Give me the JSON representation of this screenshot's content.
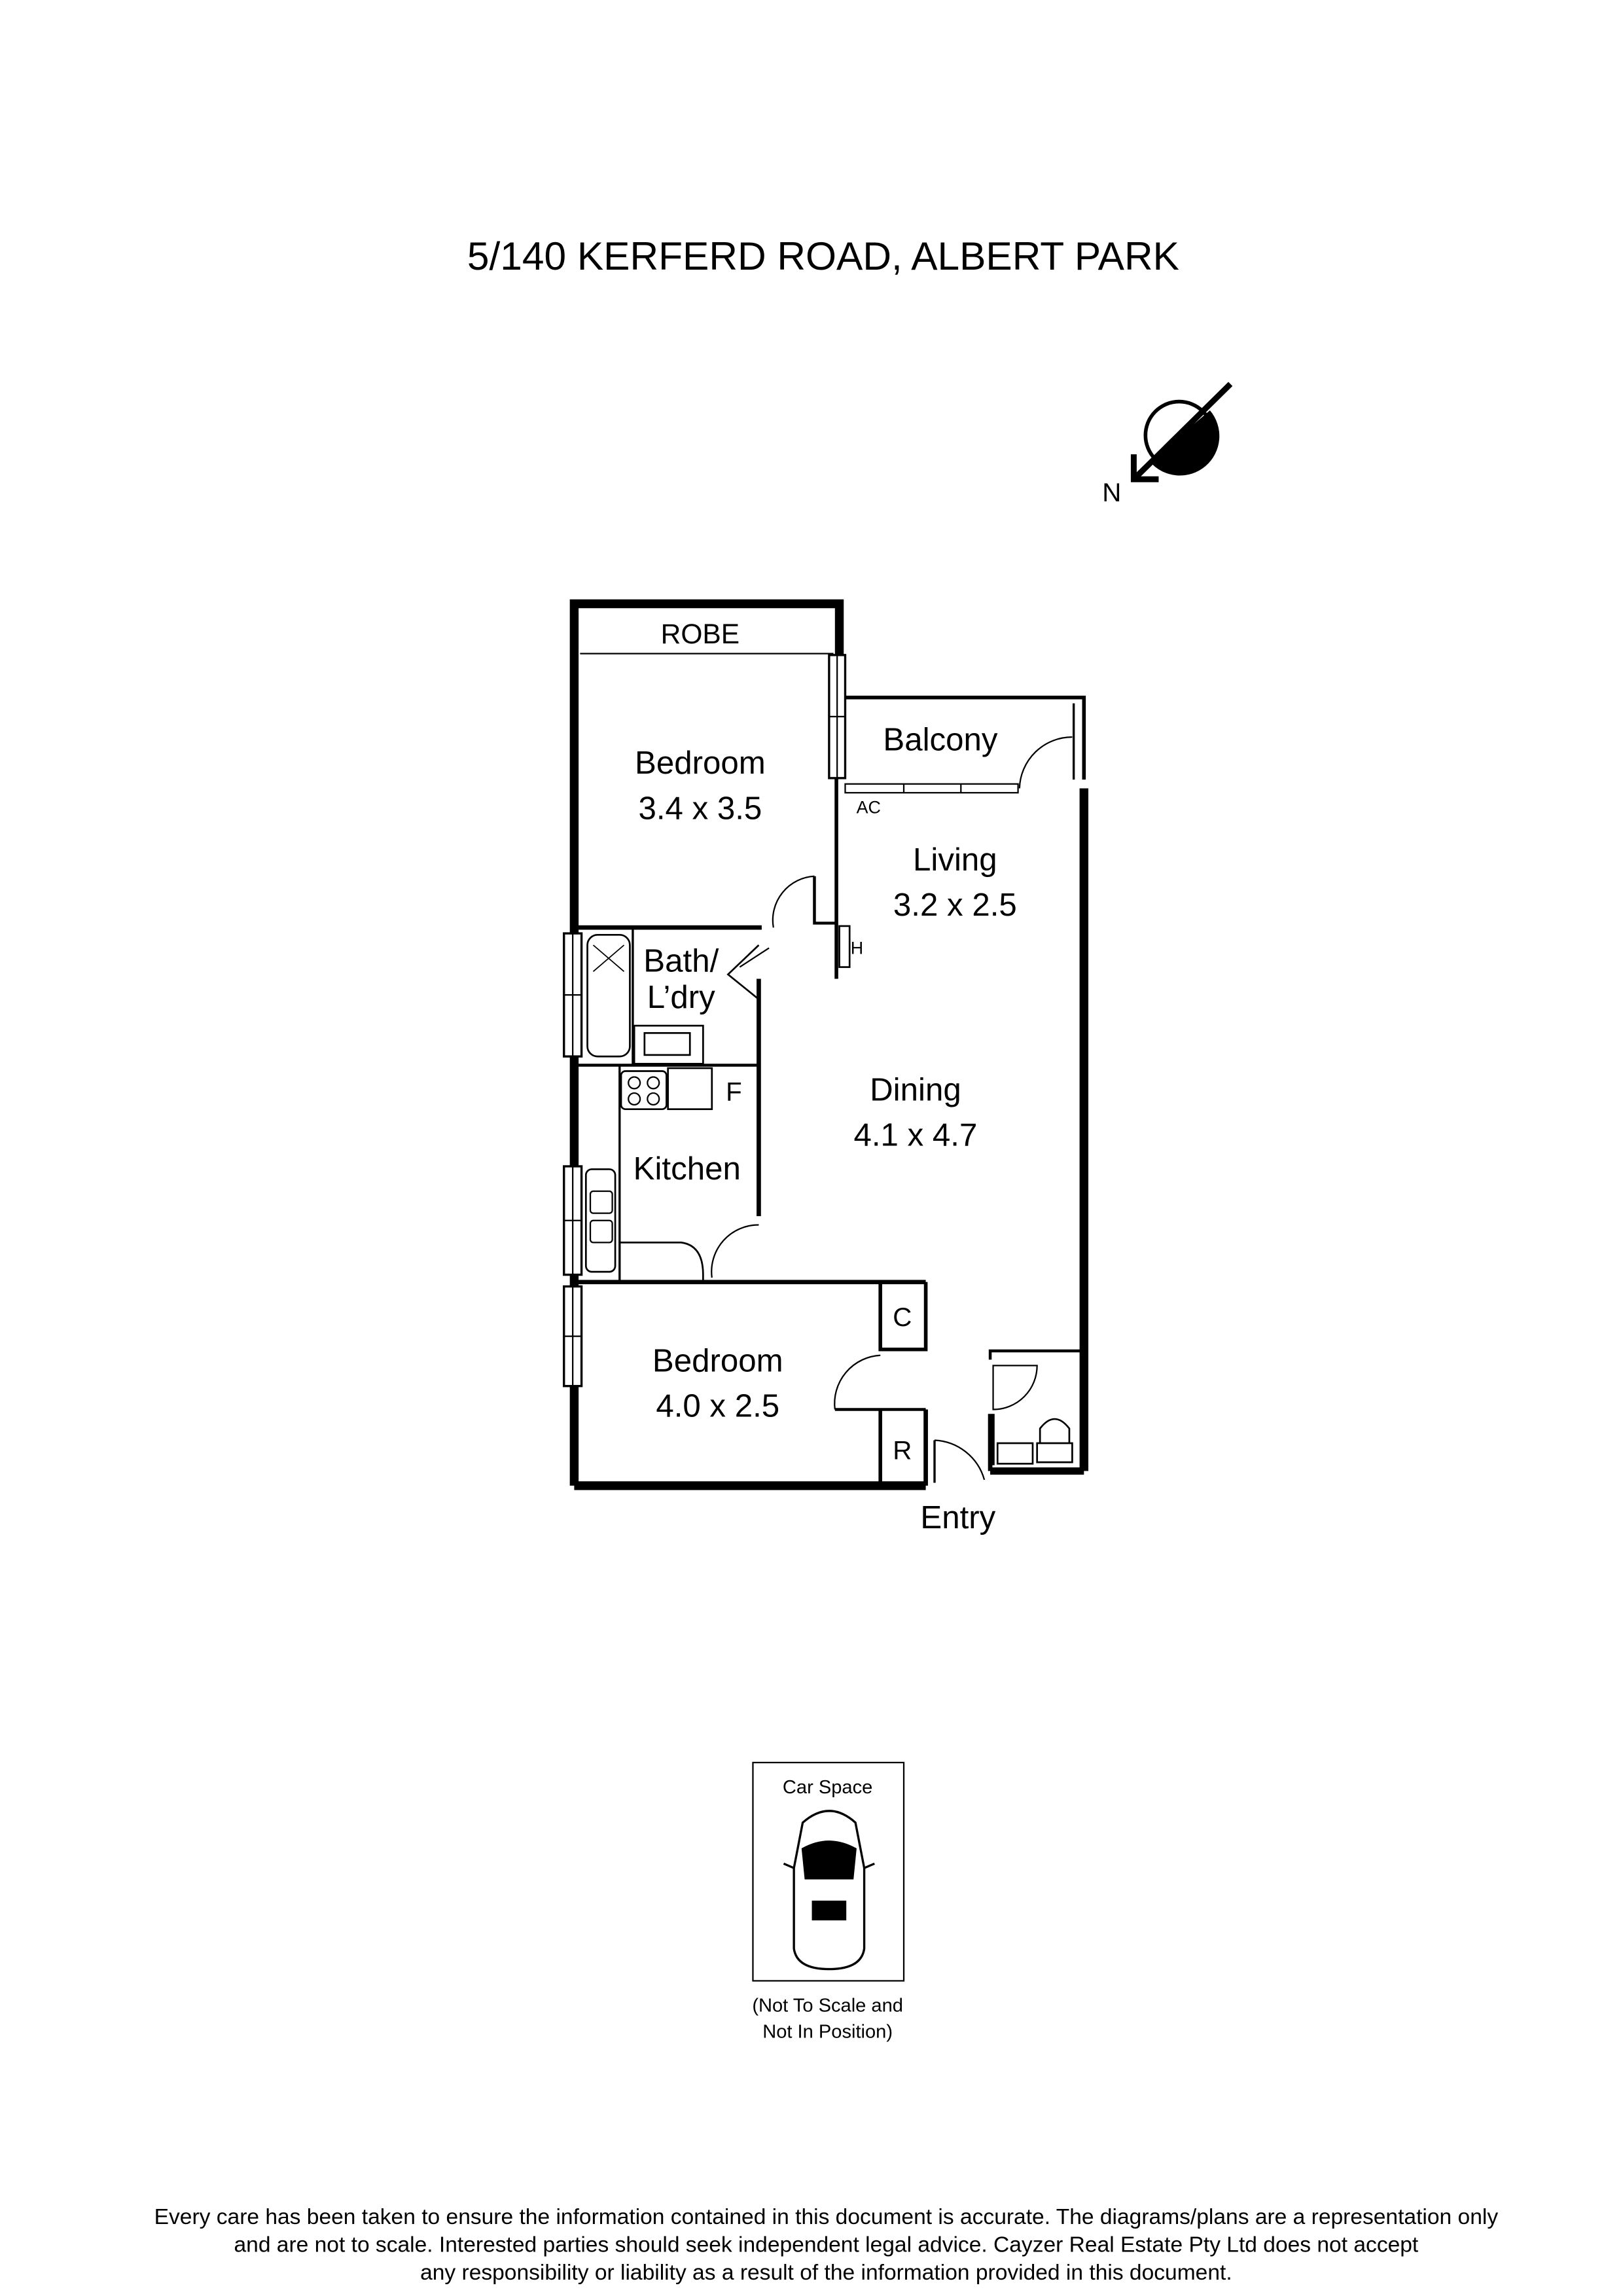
{
  "title": "5/140 KERFERD ROAD, ALBERT PARK",
  "compass": {
    "label": "N",
    "icon": "north-arrow-icon"
  },
  "rooms": {
    "robe": "ROBE",
    "bedroom1": {
      "name": "Bedroom",
      "size": "3.4 x 3.5"
    },
    "balcony": "Balcony",
    "ac": "AC",
    "living": {
      "name": "Living",
      "size": "3.2 x 2.5"
    },
    "h": "H",
    "bath": {
      "line1": "Bath/",
      "line2": "L’dry"
    },
    "fridge": "F",
    "kitchen": "Kitchen",
    "dining": {
      "name": "Dining",
      "size": "4.1 x 4.7"
    },
    "cupboard": "C",
    "bedroom2": {
      "name": "Bedroom",
      "size": "4.0 x 2.5"
    },
    "robe2": "R",
    "entry": "Entry"
  },
  "car_space": {
    "label": "Car Space",
    "note_line1": "(Not To Scale and",
    "note_line2": "Not In Position)"
  },
  "disclaimer": {
    "line1": "Every care has been taken to ensure the information contained in this document is accurate. The diagrams/plans are a representation only",
    "line2": "and are not to scale. Interested parties should seek independent legal advice. Cayzer Real Estate Pty Ltd does not accept",
    "line3": "any responsibility or liability as a result of the information provided in this document."
  }
}
